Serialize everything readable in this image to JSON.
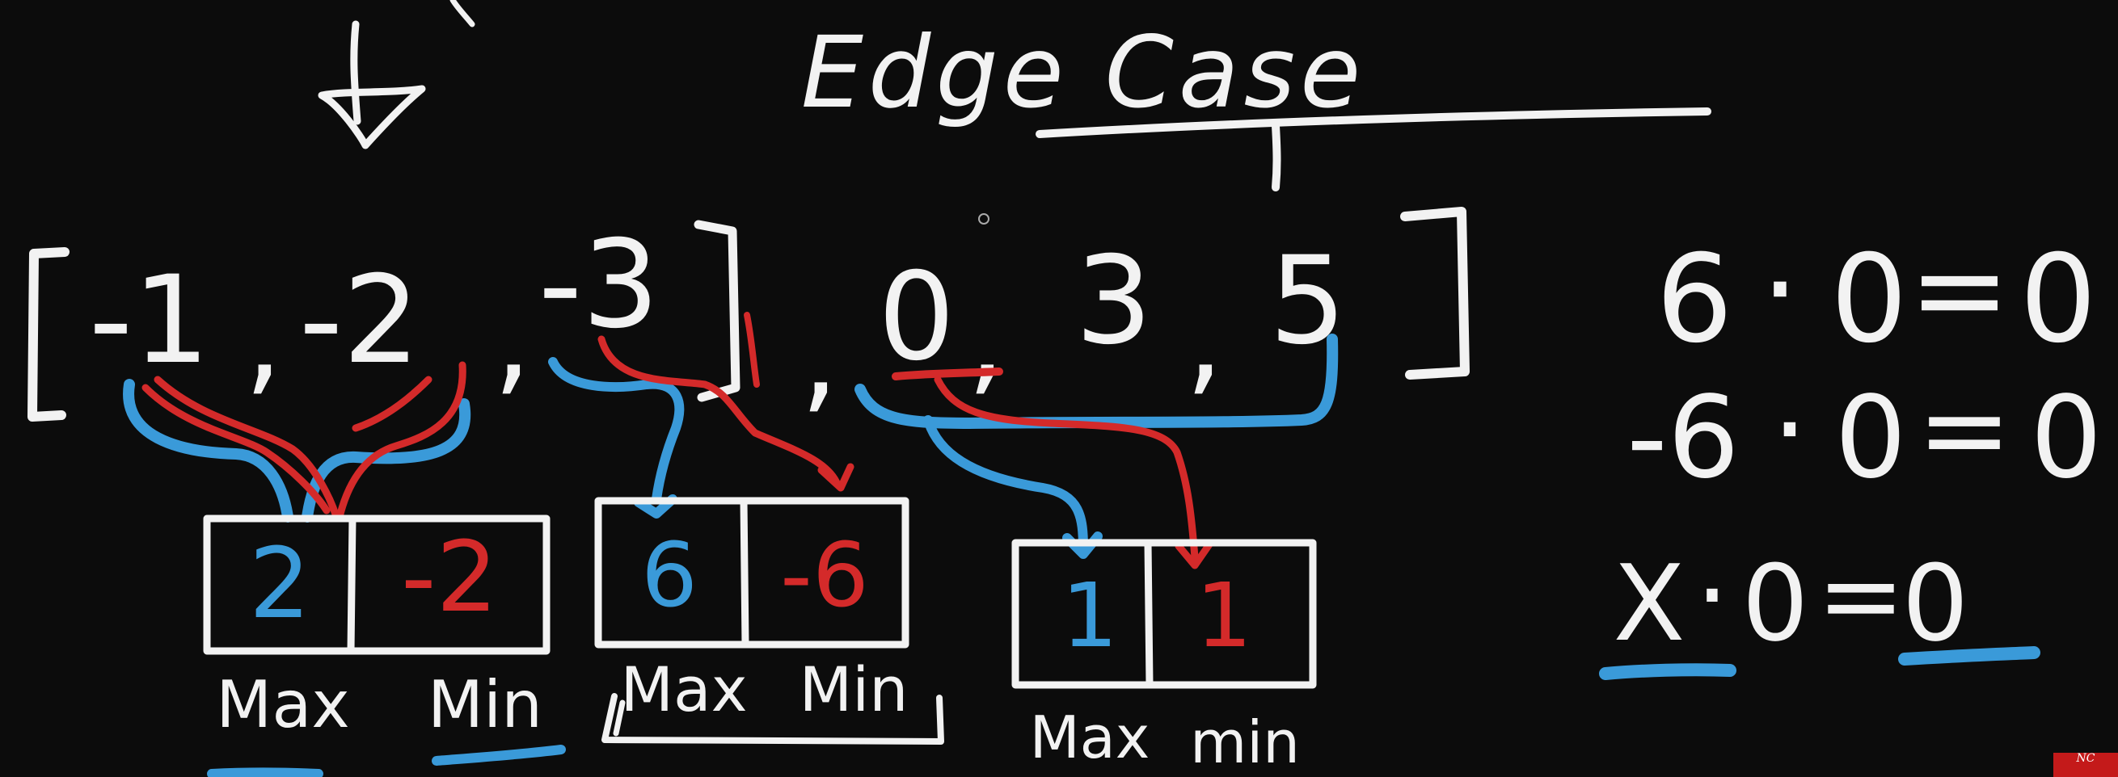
{
  "title": "Edge Case",
  "array": {
    "elements": [
      "-1",
      "-2",
      "-3",
      "0",
      "3",
      "5"
    ],
    "commas": [
      ",",
      ",",
      ",",
      ",",
      ","
    ]
  },
  "groups": [
    {
      "max": "2",
      "min": "-2",
      "max_label": "Max",
      "min_label": "Min"
    },
    {
      "max": "6",
      "min": "-6",
      "max_label": "Max",
      "min_label": "Min"
    },
    {
      "max": "1",
      "min": "1",
      "max_label": "Max",
      "min_label": "min"
    }
  ],
  "equations": [
    {
      "left": "6",
      "dot": "·",
      "zero": "0",
      "eq": "=",
      "result": "0"
    },
    {
      "left": "-6",
      "dot": "·",
      "zero": "0",
      "eq": "=",
      "result": "0"
    },
    {
      "left": "X",
      "dot": "·",
      "zero": "0",
      "eq": "=",
      "result": "0"
    }
  ],
  "badge": {
    "logo": "NC"
  },
  "colors": {
    "background": "#0c0c0c",
    "chalk": "#f2f2f2",
    "max_blue": "#3a9ad9",
    "min_red": "#d42a2a"
  }
}
